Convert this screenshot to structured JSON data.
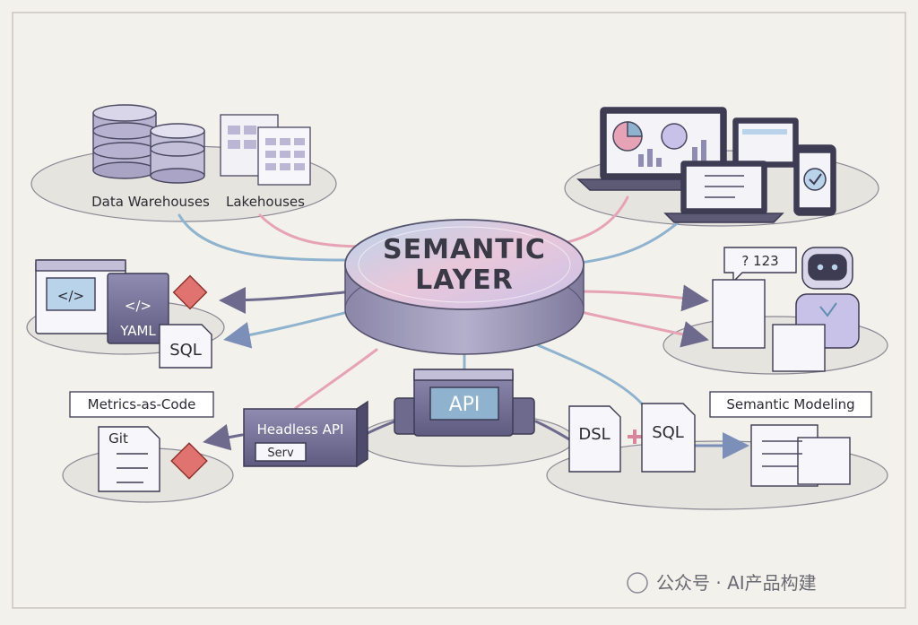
{
  "center": {
    "line1": "SEMANTIC",
    "line2": "LAYER"
  },
  "sources": {
    "warehouses": "Data Warehouses",
    "lakehouses": "Lakehouses"
  },
  "left": {
    "yaml": "YAML",
    "sql": "SQL",
    "code_glyph": "</>"
  },
  "metrics": {
    "label": "Metrics-as-Code",
    "git": "Git"
  },
  "headless": {
    "title": "Headless API",
    "serv": "Serv"
  },
  "api": {
    "label": "API"
  },
  "modeling": {
    "dsl": "DSL",
    "sql": "SQL",
    "label": "Semantic Modeling"
  },
  "ai": {
    "bubble": "? 123"
  },
  "watermark": {
    "text": "公众号 · AI产品构建"
  },
  "colors": {
    "blue": "#8fb3cf",
    "pink": "#e6a3b5",
    "purple": "#6e6a8e",
    "red": "#d9534f"
  }
}
